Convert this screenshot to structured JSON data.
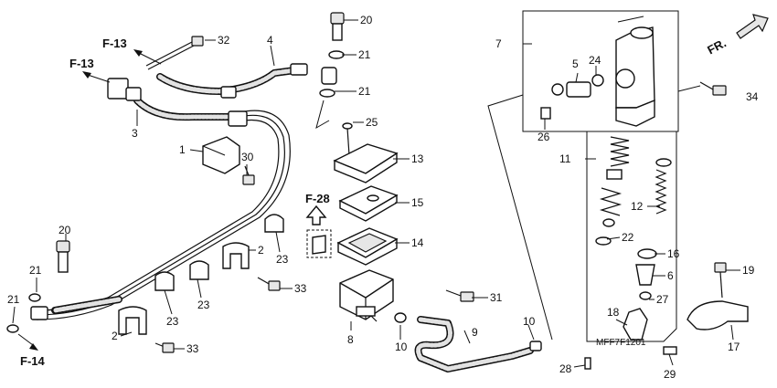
{
  "diagram_code": "MFF7F1201",
  "direction_marker": "FR.",
  "references": {
    "f13_upper": "F-13",
    "f13_lower": "F-13",
    "f14": "F-14",
    "f28": "F-28"
  },
  "callouts": {
    "c1": "1",
    "c2a": "2",
    "c2b": "2",
    "c3": "3",
    "c4": "4",
    "c5": "5",
    "c6": "6",
    "c7": "7",
    "c8": "8",
    "c9": "9",
    "c10a": "10",
    "c10b": "10",
    "c11": "11",
    "c12": "12",
    "c13": "13",
    "c14": "14",
    "c15": "15",
    "c16": "16",
    "c17": "17",
    "c18": "18",
    "c19": "19",
    "c20a": "20",
    "c20b": "20",
    "c21a": "21",
    "c21b": "21",
    "c21c": "21",
    "c21d": "21",
    "c22": "22",
    "c23a": "23",
    "c23b": "23",
    "c23c": "23",
    "c24": "24",
    "c25": "25",
    "c26": "26",
    "c27": "27",
    "c28": "28",
    "c29": "29",
    "c30": "30",
    "c31": "31",
    "c32": "32",
    "c33a": "33",
    "c33b": "33",
    "c34": "34"
  }
}
